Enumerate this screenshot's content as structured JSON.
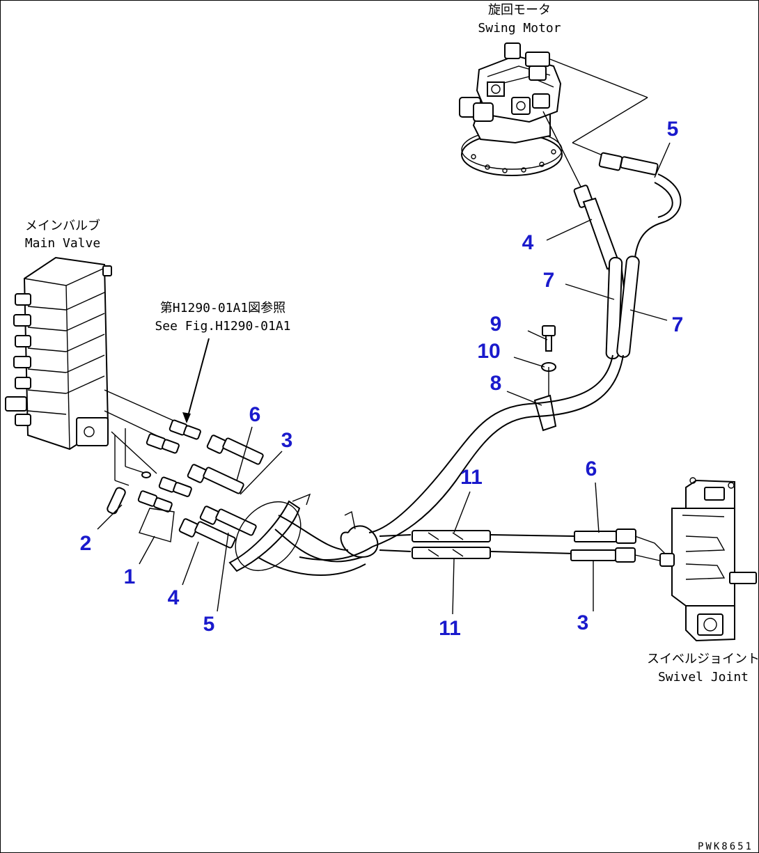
{
  "labels": {
    "swing_motor_jp": "旋回モータ",
    "swing_motor_en": "Swing Motor",
    "main_valve_jp": "メインバルブ",
    "main_valve_en": "Main Valve",
    "see_fig_jp": "第H1290-01A1図参照",
    "see_fig_en": "See Fig.H1290-01A1",
    "swivel_joint_jp": "スイベルジョイント",
    "swivel_joint_en": "Swivel Joint",
    "drawing_code": "PWK8651"
  },
  "callouts": [
    {
      "id": "c5a",
      "text": "5"
    },
    {
      "id": "c4a",
      "text": "4"
    },
    {
      "id": "c7a",
      "text": "7"
    },
    {
      "id": "c7b",
      "text": "7"
    },
    {
      "id": "c9",
      "text": "9"
    },
    {
      "id": "c10",
      "text": "10"
    },
    {
      "id": "c8",
      "text": "8"
    },
    {
      "id": "c6a",
      "text": "6"
    },
    {
      "id": "c3a",
      "text": "3"
    },
    {
      "id": "c2",
      "text": "2"
    },
    {
      "id": "c1",
      "text": "1"
    },
    {
      "id": "c4b",
      "text": "4"
    },
    {
      "id": "c5b",
      "text": "5"
    },
    {
      "id": "c11a",
      "text": "11"
    },
    {
      "id": "c11b",
      "text": "11"
    },
    {
      "id": "c6b",
      "text": "6"
    },
    {
      "id": "c3b",
      "text": "3"
    }
  ],
  "colors": {
    "callout": "#1a1acc",
    "line": "#000000"
  }
}
